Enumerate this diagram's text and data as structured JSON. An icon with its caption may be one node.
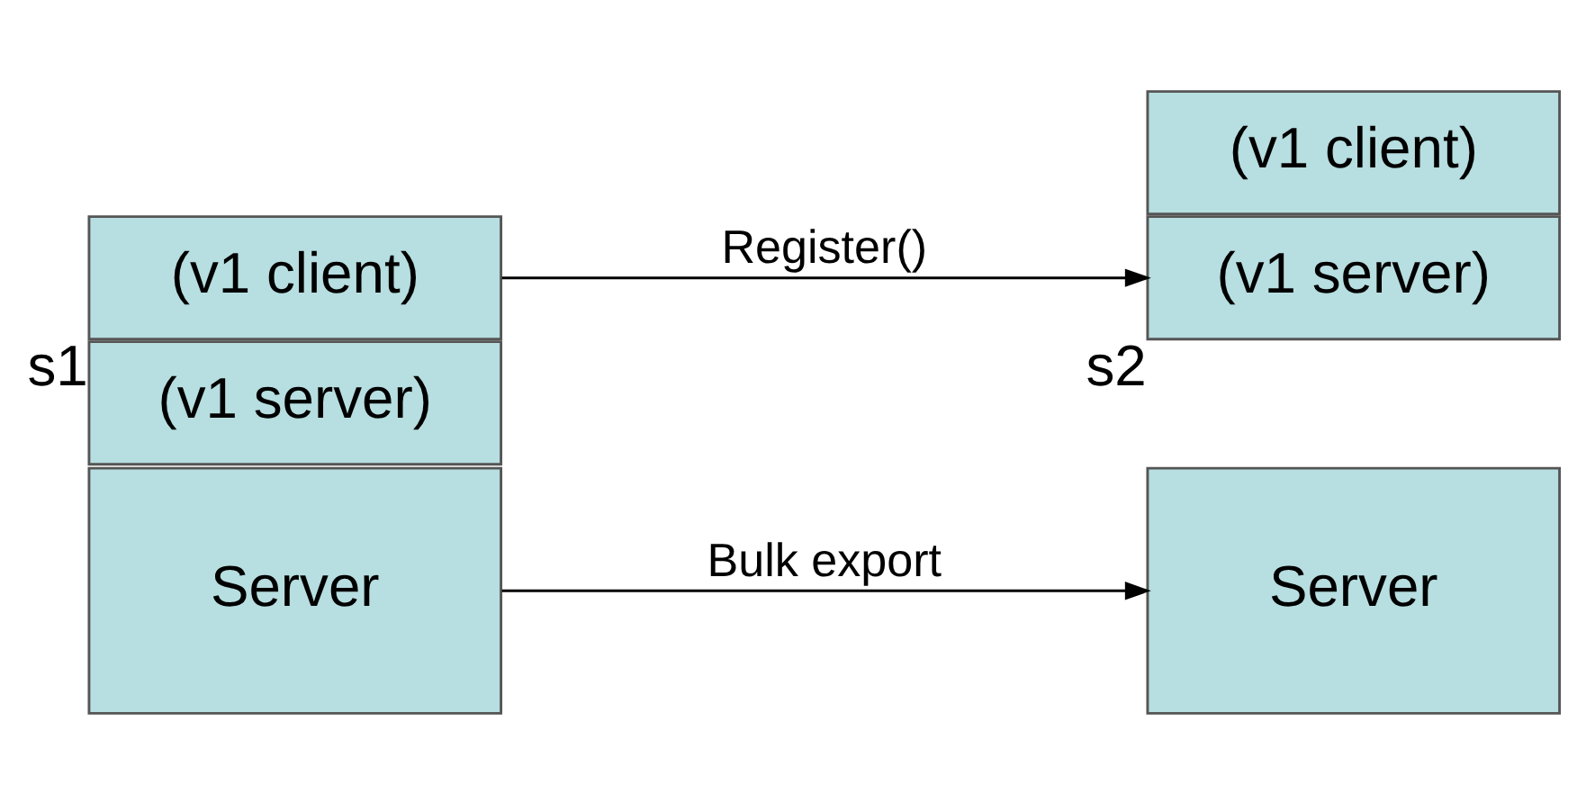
{
  "diagram": {
    "nodes": [
      {
        "text": [
          "Server"
        ]
      },
      {
        "text": [
          "(v1 server)"
        ]
      },
      {
        "text": [
          "(v1 client)"
        ],
        "beside": [
          "s1"
        ]
      },
      {
        "text": [
          "Server"
        ]
      },
      {
        "text": [
          "(v1 client)"
        ]
      },
      {
        "text": [
          "(v1 server)"
        ],
        "beside": [
          "s2"
        ]
      }
    ],
    "edges": [
      {
        "from": 0,
        "to": 3,
        "arrow": "to",
        "label": "Bulk export"
      },
      {
        "from": 2,
        "to": 5,
        "arrow": "to",
        "label": "Register()"
      }
    ]
  }
}
